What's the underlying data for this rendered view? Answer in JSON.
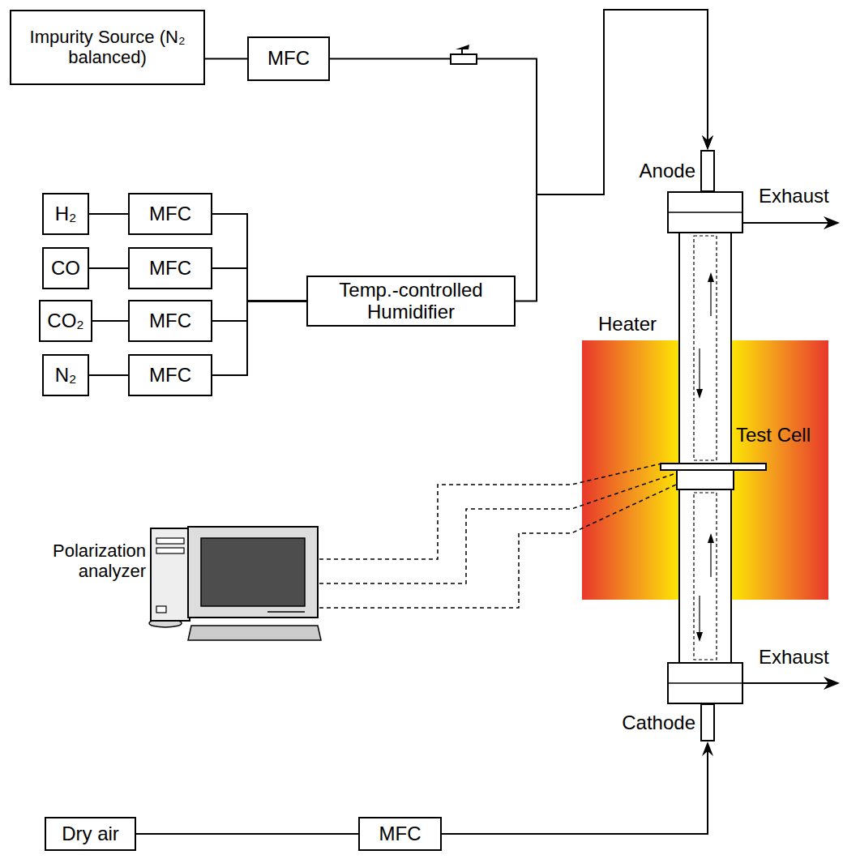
{
  "diagram": {
    "nodes": [
      {
        "text": [
          "Impurity Source (N₂ balanced)"
        ]
      },
      {
        "text": [
          "MFC"
        ]
      },
      {
        "text": [
          "H₂"
        ]
      },
      {
        "text": [
          "MFC"
        ]
      },
      {
        "text": [
          "CO"
        ]
      },
      {
        "text": [
          "MFC"
        ]
      },
      {
        "text": [
          "CO₂"
        ]
      },
      {
        "text": [
          "MFC"
        ]
      },
      {
        "text": [
          "N₂"
        ]
      },
      {
        "text": [
          "MFC"
        ]
      },
      {
        "text": [
          "Temp.-controlled Humidifier"
        ]
      },
      {
        "text": [
          "Anode"
        ]
      },
      {
        "text": [
          "Cathode"
        ]
      },
      {
        "text": [
          "Dry air"
        ]
      },
      {
        "text": [
          "MFC"
        ]
      }
    ],
    "edges": [
      {
        "from": 0,
        "to": 1,
        "arrow": "none"
      },
      {
        "from": 1,
        "to": 11,
        "arrow": "to"
      },
      {
        "from": 2,
        "to": 3,
        "arrow": "none"
      },
      {
        "from": 4,
        "to": 5,
        "arrow": "none"
      },
      {
        "from": 6,
        "to": 7,
        "arrow": "none"
      },
      {
        "from": 8,
        "to": 9,
        "arrow": "none"
      },
      {
        "from": 3,
        "to": 10,
        "arrow": "none"
      },
      {
        "from": 5,
        "to": 10,
        "arrow": "none"
      },
      {
        "from": 7,
        "to": 10,
        "arrow": "none"
      },
      {
        "from": 9,
        "to": 10,
        "arrow": "none"
      },
      {
        "from": 10,
        "to": 11,
        "arrow": "to"
      },
      {
        "from": 13,
        "to": 14,
        "arrow": "none"
      },
      {
        "from": 14,
        "to": 12,
        "arrow": "to"
      }
    ],
    "labels": [
      "Exhaust",
      "Heater",
      "Test Cell",
      "Polarization analyzer",
      "Exhaust"
    ]
  }
}
